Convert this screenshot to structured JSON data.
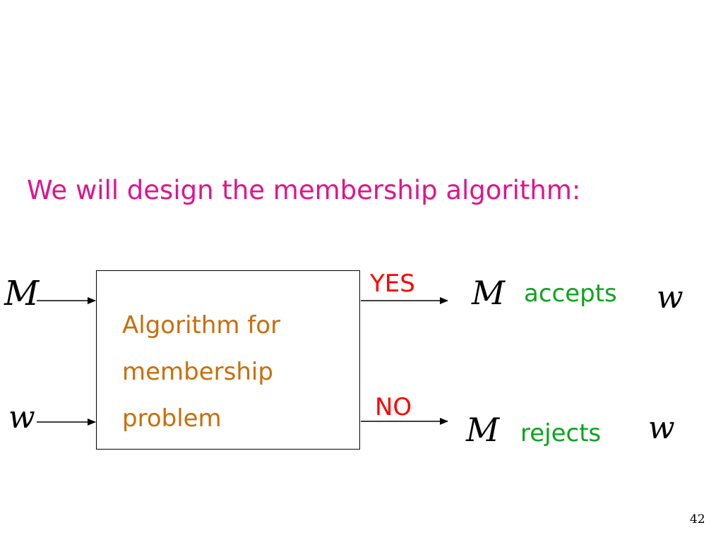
{
  "heading": "We will design the membership algorithm:",
  "inputs": {
    "machine": "M",
    "string": "w"
  },
  "box": {
    "lines": [
      "Algorithm for",
      "membership",
      "problem"
    ]
  },
  "outputs": {
    "yes": {
      "label": "YES",
      "machine": "M",
      "verb": "accepts",
      "string": "w"
    },
    "no": {
      "label": "NO",
      "machine": "M",
      "verb": "rejects",
      "string": "w"
    }
  },
  "colors": {
    "heading": "#e0148c",
    "box_text": "#c86e0a",
    "outcome_label": "#ff0000",
    "verb": "#0aa51e"
  },
  "page_number": "42"
}
